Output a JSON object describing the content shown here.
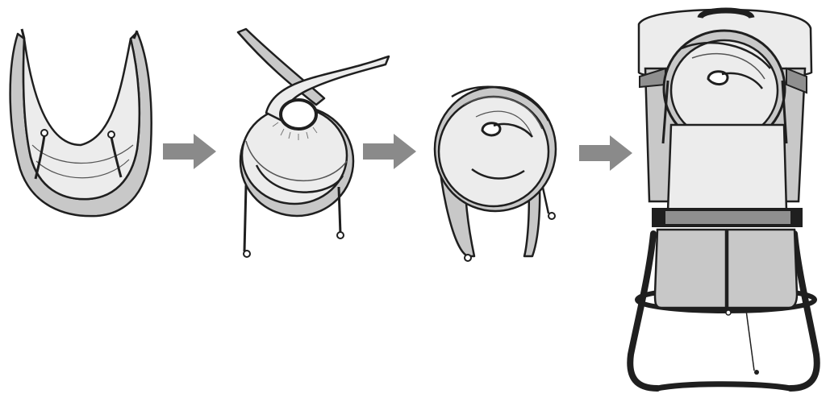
{
  "diagram": {
    "kind": "folding-instruction-sequence",
    "steps": [
      {
        "id": 1,
        "icon": "open-sunshade-icon"
      },
      {
        "id": 2,
        "icon": "twisting-sunshade-icon"
      },
      {
        "id": 3,
        "icon": "folded-sunshade-icon"
      },
      {
        "id": 4,
        "icon": "backpack-carrier-with-stowed-sunshade-icon"
      }
    ],
    "arrows": [
      {
        "icon": "right-arrow-icon"
      },
      {
        "icon": "right-arrow-icon"
      },
      {
        "icon": "right-arrow-icon"
      }
    ],
    "colors": {
      "outline": "#1f1f1f",
      "fabric_light": "#ececec",
      "fabric_mid": "#c8c8c8",
      "fabric_dark": "#8f8f8f",
      "arrow": "#8a8a8a",
      "background": "#ffffff"
    }
  }
}
